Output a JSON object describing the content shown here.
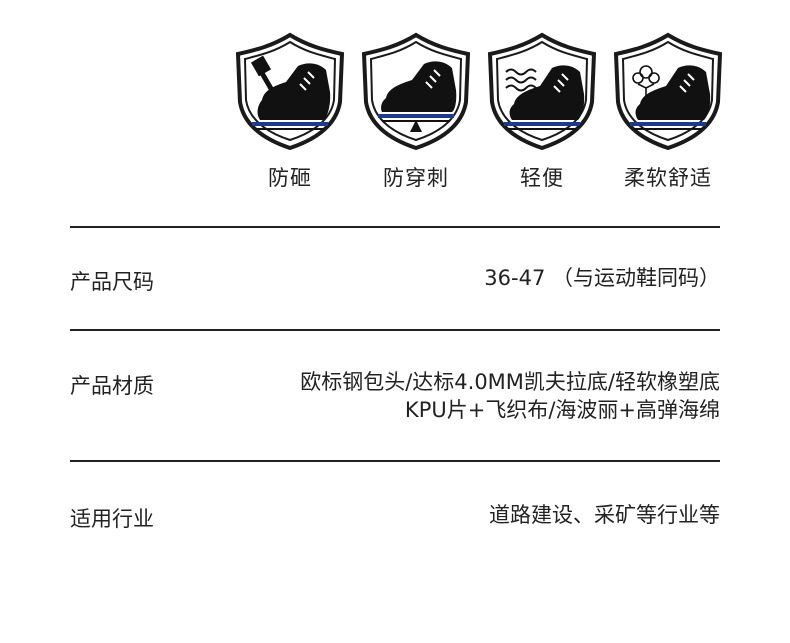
{
  "features": [
    {
      "icon": "hammer-shoe-shield-icon",
      "label": "防砸"
    },
    {
      "icon": "nail-shoe-shield-icon",
      "label": "防穿刺"
    },
    {
      "icon": "wave-shoe-shield-icon",
      "label": "轻便"
    },
    {
      "icon": "cotton-shoe-shield-icon",
      "label": "柔软舒适"
    }
  ],
  "colors": {
    "shield_outline": "#1a1a1a",
    "stripe_blue": "#1e3a8a",
    "text": "#222222"
  },
  "specs": [
    {
      "label": "产品尺码",
      "value_lines": [
        "36-47 （与运动鞋同码）"
      ]
    },
    {
      "label": "产品材质",
      "value_lines": [
        "欧标钢包头/达标4.0MM凯夫拉底/轻软橡塑底",
        "KPU片+飞织布/海波丽+高弹海绵"
      ]
    },
    {
      "label": "适用行业",
      "value_lines": [
        "道路建设、采矿等行业等"
      ]
    }
  ]
}
